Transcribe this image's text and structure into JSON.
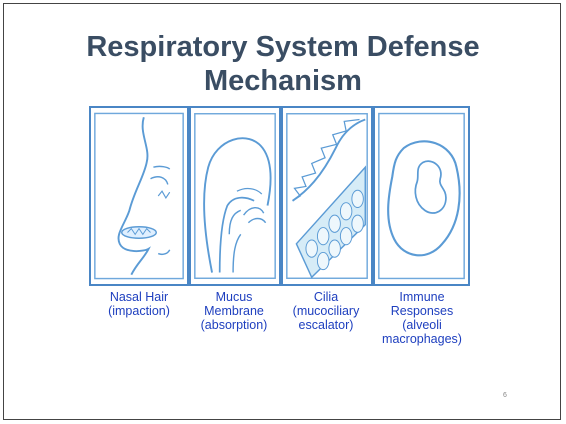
{
  "slide": {
    "title_line1": "Respiratory System Defense",
    "title_line2": "Mechanism",
    "page_number": "6"
  },
  "panels": [
    {
      "icon": "nose-icon",
      "caption": "Nasal Hair\n(impaction)"
    },
    {
      "icon": "throat-icon",
      "caption": "Mucus\nMembrane\n(absorption)"
    },
    {
      "icon": "cilia-icon",
      "caption": "Cilia\n(mucociliary\nescalator)"
    },
    {
      "icon": "macrophage-icon",
      "caption": "Immune\nResponses\n(alveoli\nmacrophages)"
    }
  ],
  "colors": {
    "title": "#3a4d63",
    "panel_border": "#4a86c5",
    "caption": "#1e3fbf",
    "illustration": "#6fa8dc"
  }
}
